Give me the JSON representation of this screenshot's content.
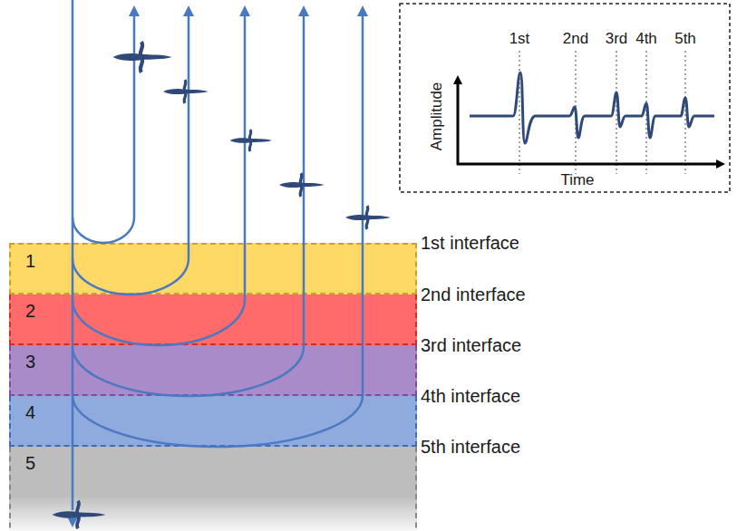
{
  "diagram": {
    "nodes": [
      {
        "text": [
          "1"
        ]
      },
      {
        "text": [
          "2"
        ]
      },
      {
        "text": [
          "3"
        ]
      },
      {
        "text": [
          "4"
        ]
      },
      {
        "text": [
          "5"
        ]
      }
    ],
    "labels": [
      "1st interface",
      "2nd interface",
      "3rd interface",
      "4th interface",
      "5th interface",
      "1st",
      "2nd",
      "3rd",
      "4th",
      "5th",
      "Amplitude",
      "Time"
    ]
  }
}
